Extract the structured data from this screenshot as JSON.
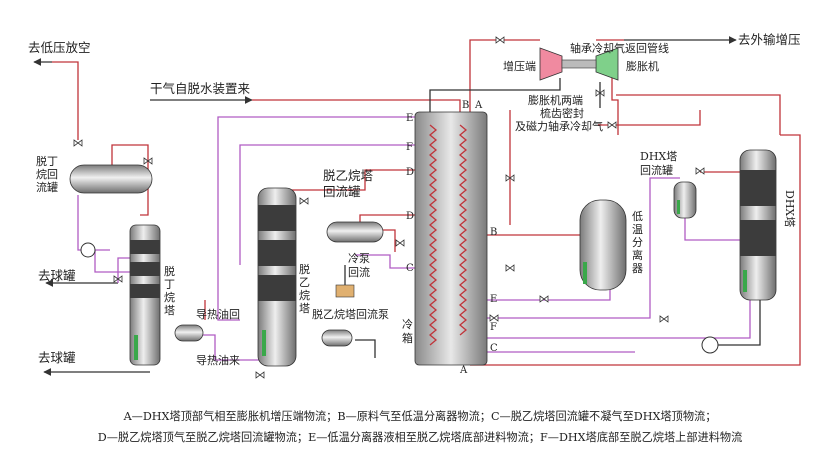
{
  "labels": {
    "low_pressure_vent": "去低压放空",
    "export_boost": "去外输增压",
    "bearing_gas_return": "轴承冷却气返回管线",
    "booster": "增压端",
    "expander": "膨胀机",
    "dry_gas": "干气自脱水装置来",
    "seal_line1": "膨胀机两端",
    "seal_line2": "梳齿密封",
    "seal_line3": "及磁力轴承冷却气",
    "debutanizer_reflux_drum": [
      "脱丁",
      "烷回",
      "流罐"
    ],
    "deethanizer_reflux_drum": [
      "脱乙烷塔",
      "回流罐"
    ],
    "dhx_reflux_drum": [
      "DHX塔",
      "回流罐"
    ],
    "dhx_tower": "DHX塔",
    "lt_separator": [
      "低",
      "温",
      "分",
      "离",
      "器"
    ],
    "to_ball_tank_1": "去球罐",
    "to_ball_tank_2": "去球罐",
    "debutanizer": [
      "脱",
      "丁",
      "烷",
      "塔"
    ],
    "deethanizer": [
      "脱",
      "乙",
      "烷",
      "塔"
    ],
    "cold_pump": [
      "冷泵",
      "回流"
    ],
    "deethanizer_reflux_pump": "脱乙烷塔回流泵",
    "heat_oil_return": "导热油回",
    "heat_oil_supply": "导热油来",
    "cold_box": [
      "冷",
      "箱"
    ]
  },
  "stream_letters": {
    "left_side": [
      "E",
      "F",
      "D",
      "D",
      "C"
    ],
    "right_side": [
      "B",
      "E",
      "F",
      "C"
    ],
    "top": [
      "B",
      "A"
    ],
    "bottom": "A"
  },
  "caption": {
    "line1": "A—DHX塔顶部气相至膨胀机增压端物流；B—原料气至低温分离器物流；C—脱乙烷塔回流罐不凝气至DHX塔顶物流；",
    "line2": "D—脱乙烷塔顶气至脱乙烷塔回流罐物流；E—低温分离器液相至脱乙烷塔底部进料物流；F—DHX塔底部至脱乙烷塔上部进料物流"
  },
  "colors": {
    "pipe_red": "#c0343a",
    "pipe_purple": "#b05cc4",
    "pipe_black": "#333333",
    "liquid_green": "#3aa84a",
    "booster_pink": "#f08aa0",
    "expander_green": "#7fd08a"
  }
}
